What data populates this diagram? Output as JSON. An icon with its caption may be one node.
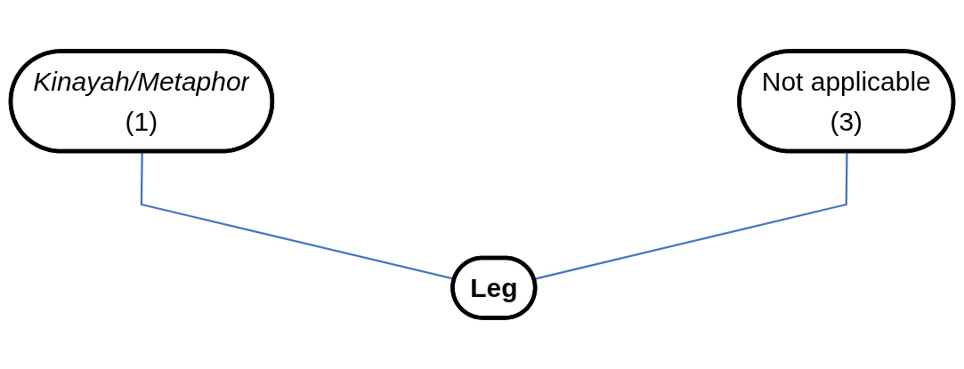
{
  "diagram": {
    "nodes": [
      {
        "text": [
          "Kinayah/Metaphor",
          "(1)"
        ]
      },
      {
        "text": [
          "Not applicable",
          "(3)"
        ]
      },
      {
        "text": [
          "Leg"
        ]
      }
    ],
    "edges": [
      {
        "from": 0,
        "to": 2,
        "arrow": "none"
      },
      {
        "from": 1,
        "to": 2,
        "arrow": "none"
      }
    ]
  }
}
